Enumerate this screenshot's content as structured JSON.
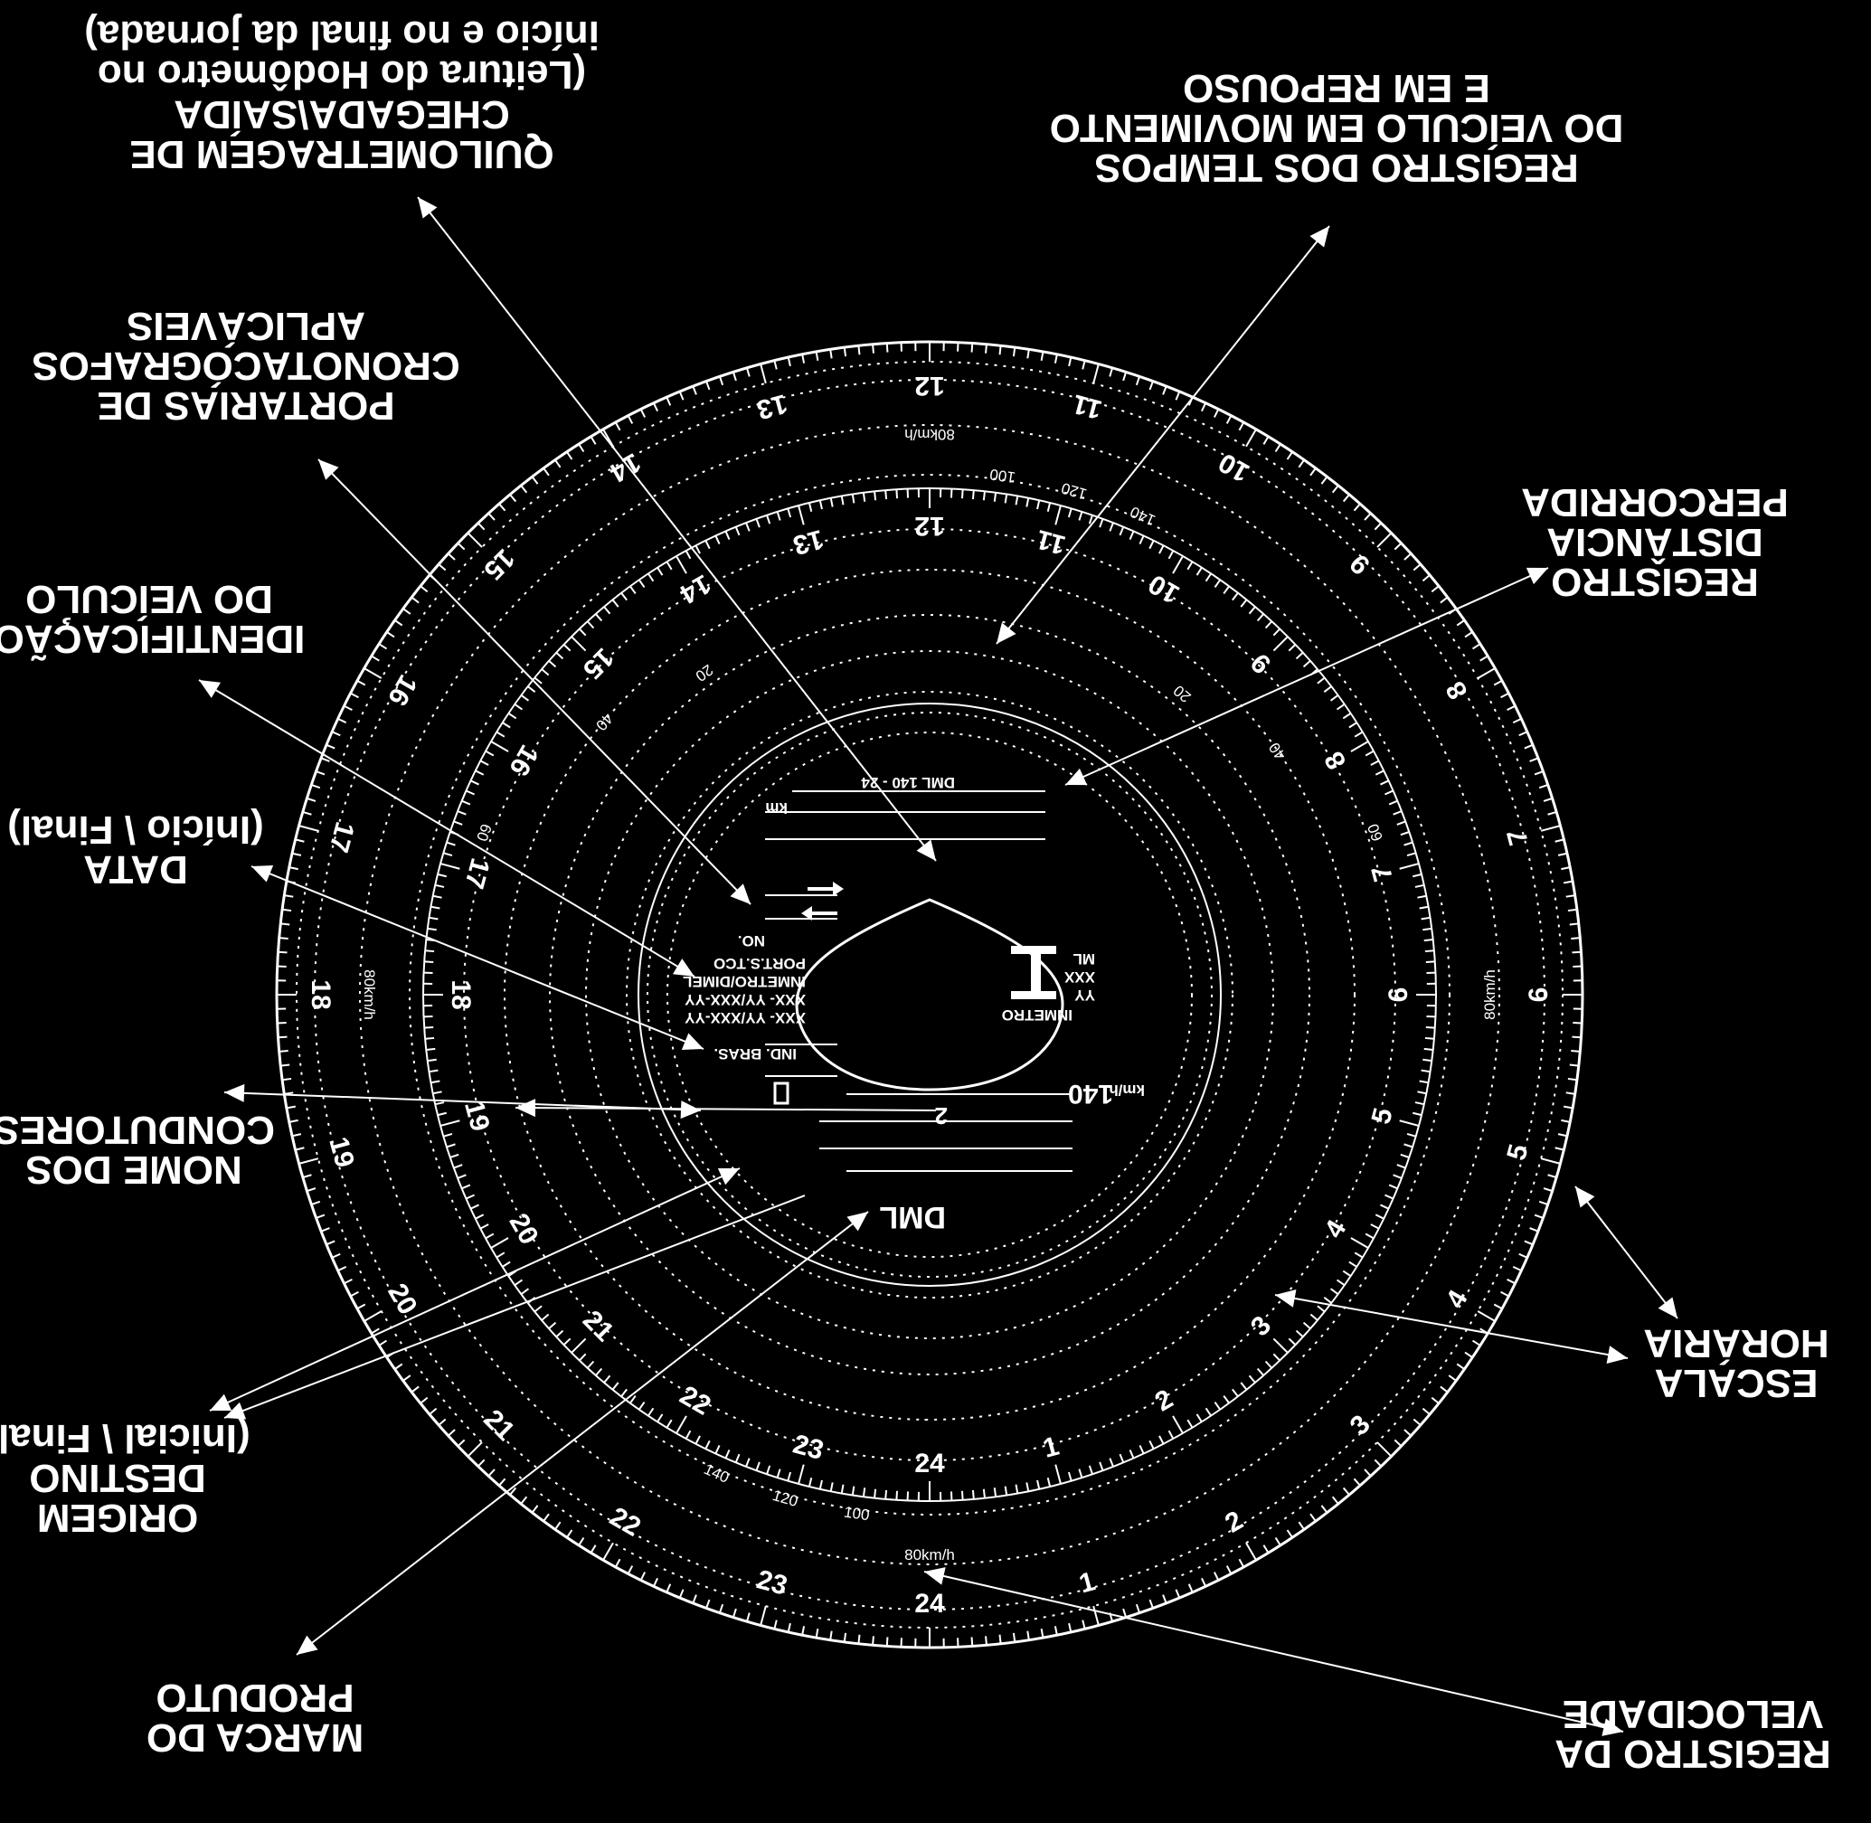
{
  "callouts": [
    {
      "id": "quilometragem",
      "lines": [
        "QUILOMETRAGEM DE",
        "CHEGADA\\SAÍDA",
        "(Leitura do Hodômetro no",
        "início e no final da jornada)"
      ]
    },
    {
      "id": "registro-tempos",
      "lines": [
        "REGISTRO DOS TEMPOS",
        "DO VEÍCULO EM MOVIMENTO",
        "E EM REPOUSO"
      ]
    },
    {
      "id": "portarias",
      "lines": [
        "PORTARIAS DE",
        "CRONOTACÓGRAFOS",
        "APLICÁVEIS"
      ]
    },
    {
      "id": "registro-distancia",
      "lines": [
        "REGISTRO",
        "DISTÂNCIA",
        "PERCORRIDA"
      ]
    },
    {
      "id": "identificacao",
      "lines": [
        "IDENTIFICAÇÃO",
        "DO VEÍCULO"
      ]
    },
    {
      "id": "data",
      "lines": [
        "DATA",
        "(Início \\ Final)"
      ]
    },
    {
      "id": "nome-condutores",
      "lines": [
        "NOME DOS",
        "CONDUTORES"
      ]
    },
    {
      "id": "origem-destino",
      "lines": [
        "ORIGEM",
        "DESTINO",
        "(Inicial \\ Final)"
      ]
    },
    {
      "id": "escala-horaria",
      "lines": [
        "ESCALA",
        "HORÁRIA"
      ]
    },
    {
      "id": "marca-produto",
      "lines": [
        "MARCA DO",
        "PRODUTO"
      ]
    },
    {
      "id": "registro-velocidade",
      "lines": [
        "REGISTRO DA",
        "VELOCIDADE"
      ]
    }
  ],
  "disc": {
    "hours_outer": [
      "1",
      "2",
      "3",
      "4",
      "5",
      "6",
      "7",
      "8",
      "9",
      "10",
      "11",
      "12",
      "13",
      "14",
      "15",
      "16",
      "17",
      "18",
      "19",
      "20",
      "21",
      "22",
      "23",
      "24"
    ],
    "hours_inner": [
      "1",
      "2",
      "3",
      "4",
      "5",
      "6",
      "7",
      "8",
      "9",
      "10",
      "11",
      "12",
      "13",
      "14",
      "15",
      "16",
      "17",
      "18",
      "19",
      "20",
      "21",
      "22",
      "23",
      "24"
    ],
    "speed_marks": [
      "80km/h",
      "100",
      "120",
      "140",
      "60",
      "40",
      "20"
    ],
    "center_block": {
      "model": "DML 140 - 24",
      "km_unit": "km",
      "inmetro": "INMETRO",
      "no_label": "NO.",
      "ind_bras": "IND. BRAS.",
      "port": "PORT.S.TCO",
      "inmetro_dimel": "INMETRO/DIMEL",
      "code1": "XXX- YY/XXX-YY",
      "code2": "XXX- YY/XXX-YY",
      "max_speed": "140",
      "max_speed_unit": "km/h",
      "ml": "ML",
      "xxx": "XXX",
      "yy": "YY",
      "two": "2",
      "brand": "DML"
    }
  }
}
